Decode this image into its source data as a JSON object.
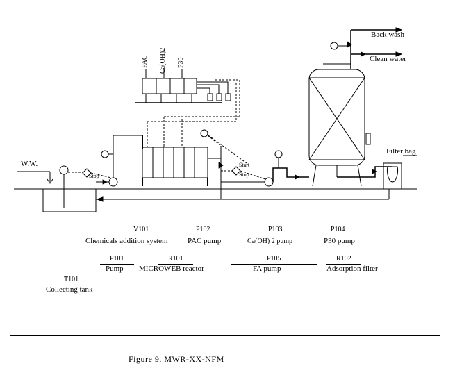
{
  "diagram": {
    "streams": {
      "ww": "W.W.",
      "back_wash": "Back wash",
      "clean_water": "Clean water",
      "filter_bag": "Filter bag",
      "start_1": "Start",
      "stop_1": "Stop",
      "stop_2": "Stop"
    },
    "chemicals": {
      "pac": "PAC",
      "caoh2": "Ca(OH)2",
      "p30": "P30"
    },
    "legend": [
      {
        "code": "V101",
        "name": "Chemicals addition system"
      },
      {
        "code": "P102",
        "name": "PAC pump"
      },
      {
        "code": "P103",
        "name": "Ca(OH) 2 pump"
      },
      {
        "code": "P104",
        "name": "P30 pump"
      },
      {
        "code": "P101",
        "name": "Pump"
      },
      {
        "code": "R101",
        "name": "MICROWEB reactor"
      },
      {
        "code": "P105",
        "name": "FA pump"
      },
      {
        "code": "R102",
        "name": "Adsorption filter"
      },
      {
        "code": "T101",
        "name": "Collecting tank"
      }
    ],
    "caption": "Figure 9.  MWR-XX-NFM"
  },
  "colors": {
    "line": "#000000",
    "background": "#ffffff"
  }
}
